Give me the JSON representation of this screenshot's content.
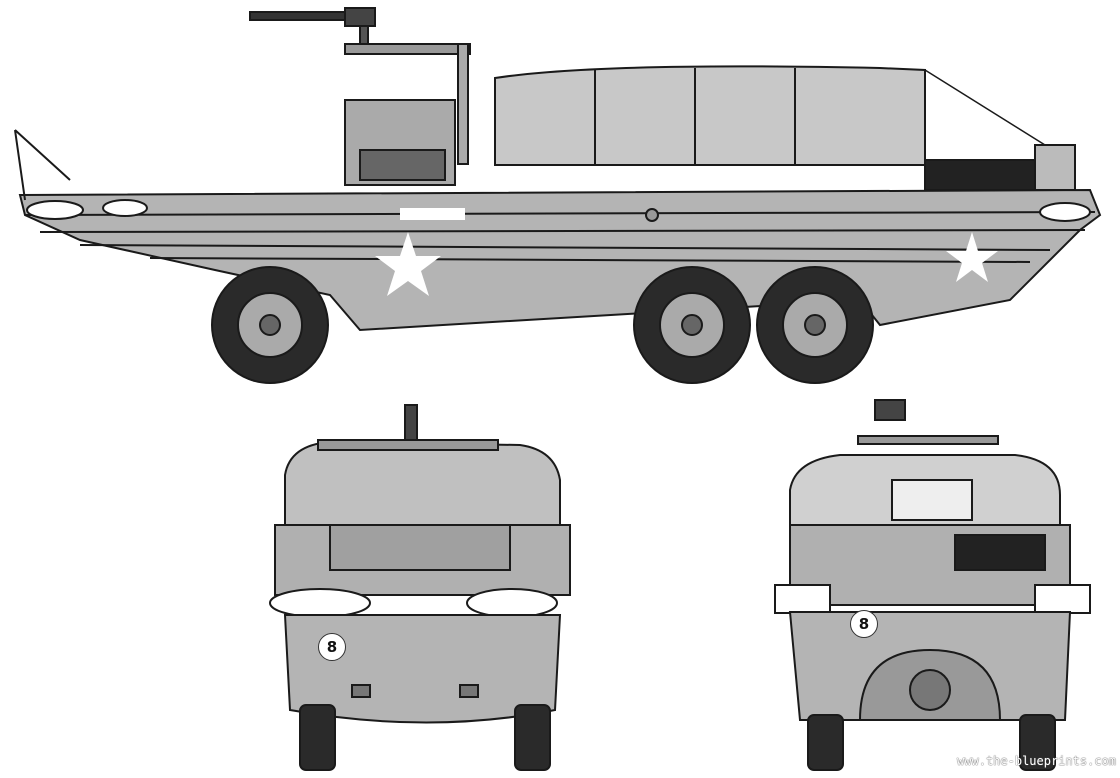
{
  "views": [
    {
      "id": "side-view"
    },
    {
      "id": "front-view",
      "marker": "8"
    },
    {
      "id": "rear-view",
      "marker": "8"
    }
  ],
  "watermark": "www.the-blueprints.com",
  "colors": {
    "body": "#b4b4b4",
    "outline": "#1a1a1a",
    "tire": "#2a2a2a",
    "canvas_cover": "#c8c8c8",
    "star": "#ffffff"
  }
}
